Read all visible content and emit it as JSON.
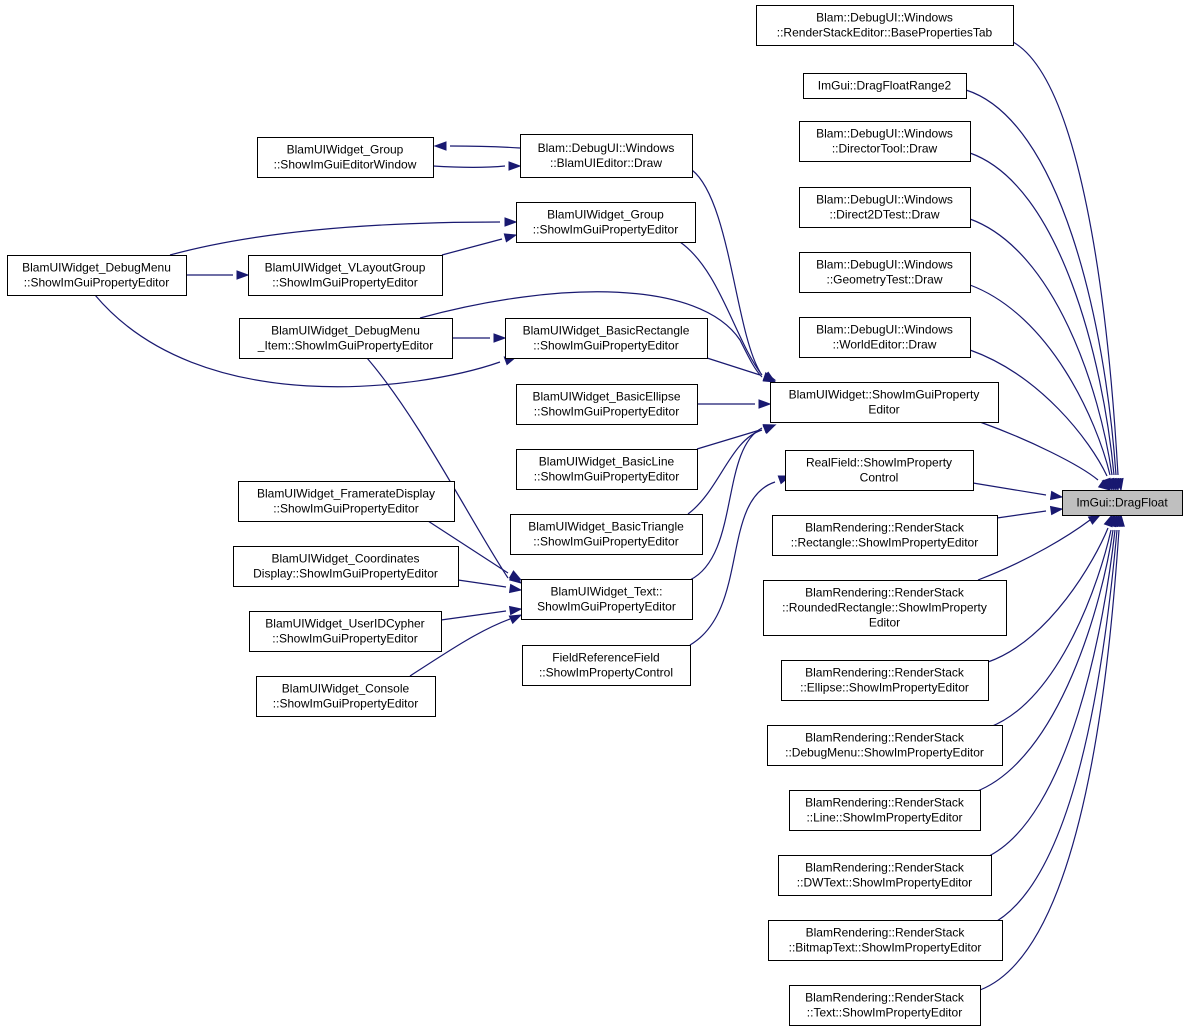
{
  "colors": {
    "edge": "#191970",
    "focus_fill": "#bfbfbf",
    "node_fill": "#ffffff",
    "node_stroke": "#000000"
  },
  "nodes": {
    "n_dragfloat": [
      "ImGui::DragFloat"
    ],
    "n_baseprops": [
      "Blam::DebugUI::Windows",
      "::RenderStackEditor::BasePropertiesTab"
    ],
    "n_dragrange2": [
      "ImGui::DragFloatRange2"
    ],
    "n_director": [
      "Blam::DebugUI::Windows",
      "::DirectorTool::Draw"
    ],
    "n_d2d": [
      "Blam::DebugUI::Windows",
      "::Direct2DTest::Draw"
    ],
    "n_geometry": [
      "Blam::DebugUI::Windows",
      "::GeometryTest::Draw"
    ],
    "n_worldeditor": [
      "Blam::DebugUI::Windows",
      "::WorldEditor::Draw"
    ],
    "n_showimgui": [
      "BlamUIWidget::ShowImGuiProperty",
      "Editor"
    ],
    "n_realfield": [
      "RealField::ShowImProperty",
      "Control"
    ],
    "n_rs_rect": [
      "BlamRendering::RenderStack",
      "::Rectangle::ShowImPropertyEditor"
    ],
    "n_rs_rrect": [
      "BlamRendering::RenderStack",
      "::RoundedRectangle::ShowImProperty",
      "Editor"
    ],
    "n_rs_ellipse": [
      "BlamRendering::RenderStack",
      "::Ellipse::ShowImPropertyEditor"
    ],
    "n_rs_debugmenu": [
      "BlamRendering::RenderStack",
      "::DebugMenu::ShowImPropertyEditor"
    ],
    "n_rs_line": [
      "BlamRendering::RenderStack",
      "::Line::ShowImPropertyEditor"
    ],
    "n_rs_dwtext": [
      "BlamRendering::RenderStack",
      "::DWText::ShowImPropertyEditor"
    ],
    "n_rs_bitmap": [
      "BlamRendering::RenderStack",
      "::BitmapText::ShowImPropertyEditor"
    ],
    "n_rs_text": [
      "BlamRendering::RenderStack",
      "::Text::ShowImPropertyEditor"
    ],
    "n_uieditor": [
      "Blam::DebugUI::Windows",
      "::BlamUIEditor::Draw"
    ],
    "n_group_win": [
      "BlamUIWidget_Group",
      "::ShowImGuiEditorWindow"
    ],
    "n_group_prop": [
      "BlamUIWidget_Group",
      "::ShowImGuiPropertyEditor"
    ],
    "n_debugmenu": [
      "BlamUIWidget_DebugMenu",
      "::ShowImGuiPropertyEditor"
    ],
    "n_vlayout": [
      "BlamUIWidget_VLayoutGroup",
      "::ShowImGuiPropertyEditor"
    ],
    "n_dm_item": [
      "BlamUIWidget_DebugMenu",
      "_Item::ShowImGuiPropertyEditor"
    ],
    "n_basicrect": [
      "BlamUIWidget_BasicRectangle",
      "::ShowImGuiPropertyEditor"
    ],
    "n_basicellipse": [
      "BlamUIWidget_BasicEllipse",
      "::ShowImGuiPropertyEditor"
    ],
    "n_basicline": [
      "BlamUIWidget_BasicLine",
      "::ShowImGuiPropertyEditor"
    ],
    "n_basictri": [
      "BlamUIWidget_BasicTriangle",
      "::ShowImGuiPropertyEditor"
    ],
    "n_text": [
      "BlamUIWidget_Text::",
      "ShowImGuiPropertyEditor"
    ],
    "n_framerate": [
      "BlamUIWidget_FramerateDisplay",
      "::ShowImGuiPropertyEditor"
    ],
    "n_coords": [
      "BlamUIWidget_Coordinates",
      "Display::ShowImGuiPropertyEditor"
    ],
    "n_userid": [
      "BlamUIWidget_UserIDCypher",
      "::ShowImGuiPropertyEditor"
    ],
    "n_console": [
      "BlamUIWidget_Console",
      "::ShowImGuiPropertyEditor"
    ],
    "n_fieldref": [
      "FieldReferenceField",
      "::ShowImPropertyControl"
    ]
  },
  "edges": [
    [
      "n_baseprops",
      "n_dragfloat"
    ],
    [
      "n_dragrange2",
      "n_dragfloat"
    ],
    [
      "n_director",
      "n_dragfloat"
    ],
    [
      "n_d2d",
      "n_dragfloat"
    ],
    [
      "n_geometry",
      "n_dragfloat"
    ],
    [
      "n_worldeditor",
      "n_dragfloat"
    ],
    [
      "n_showimgui",
      "n_dragfloat"
    ],
    [
      "n_realfield",
      "n_dragfloat"
    ],
    [
      "n_rs_rect",
      "n_dragfloat"
    ],
    [
      "n_rs_rrect",
      "n_dragfloat"
    ],
    [
      "n_rs_ellipse",
      "n_dragfloat"
    ],
    [
      "n_rs_debugmenu",
      "n_dragfloat"
    ],
    [
      "n_rs_line",
      "n_dragfloat"
    ],
    [
      "n_rs_dwtext",
      "n_dragfloat"
    ],
    [
      "n_rs_bitmap",
      "n_dragfloat"
    ],
    [
      "n_rs_text",
      "n_dragfloat"
    ],
    [
      "n_uieditor",
      "n_showimgui"
    ],
    [
      "n_group_prop",
      "n_showimgui"
    ],
    [
      "n_dm_item",
      "n_showimgui"
    ],
    [
      "n_basicrect",
      "n_showimgui"
    ],
    [
      "n_basicellipse",
      "n_showimgui"
    ],
    [
      "n_basicline",
      "n_showimgui"
    ],
    [
      "n_basictri",
      "n_showimgui"
    ],
    [
      "n_text",
      "n_showimgui"
    ],
    [
      "n_fieldref",
      "n_realfield"
    ],
    [
      "n_uieditor",
      "n_group_win"
    ],
    [
      "n_group_win",
      "n_uieditor"
    ],
    [
      "n_debugmenu",
      "n_group_prop"
    ],
    [
      "n_vlayout",
      "n_group_prop"
    ],
    [
      "n_debugmenu",
      "n_vlayout"
    ],
    [
      "n_debugmenu",
      "n_basicrect"
    ],
    [
      "n_dm_item",
      "n_basicrect"
    ],
    [
      "n_dm_item",
      "n_text"
    ],
    [
      "n_framerate",
      "n_text"
    ],
    [
      "n_coords",
      "n_text"
    ],
    [
      "n_userid",
      "n_text"
    ],
    [
      "n_console",
      "n_text"
    ]
  ]
}
